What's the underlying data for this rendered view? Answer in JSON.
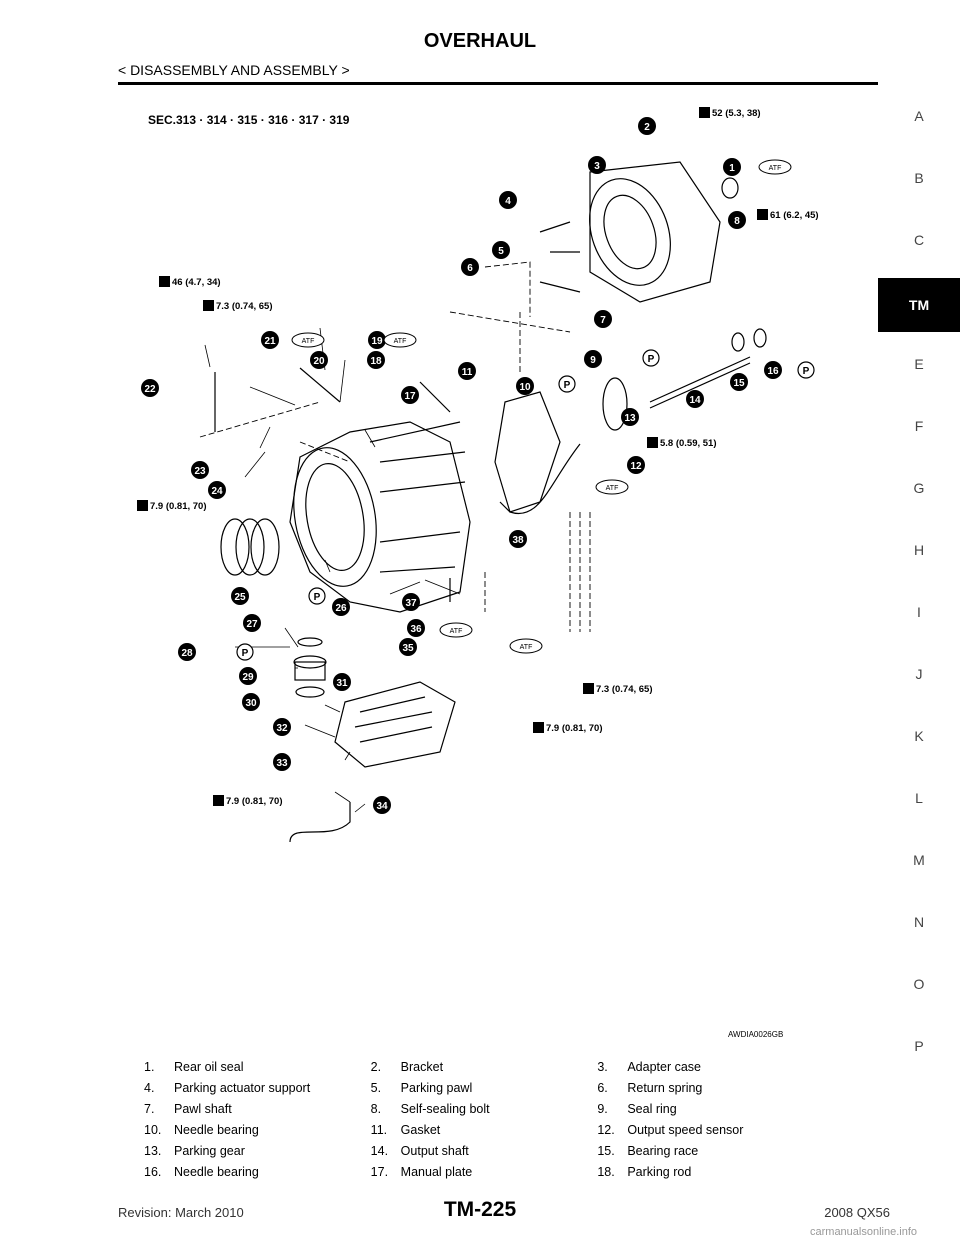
{
  "header": {
    "title": "OVERHAUL",
    "subtitle": "< DISASSEMBLY AND ASSEMBLY >"
  },
  "side_index": [
    "A",
    "B",
    "C",
    "TM",
    "E",
    "F",
    "G",
    "H",
    "I",
    "J",
    "K",
    "L",
    "M",
    "N",
    "O",
    "P"
  ],
  "side_index_active": "TM",
  "figure": {
    "sec_label": "SEC.313 · 314 · 315 · 316 · 317 · 319",
    "code": "AWDIA0026GB",
    "callouts": [
      "1",
      "2",
      "3",
      "4",
      "5",
      "6",
      "7",
      "8",
      "9",
      "10",
      "11",
      "12",
      "13",
      "14",
      "15",
      "16",
      "17",
      "18",
      "19",
      "20",
      "21",
      "22",
      "23",
      "24",
      "25",
      "26",
      "27",
      "28",
      "29",
      "30",
      "31",
      "32",
      "33",
      "34",
      "35",
      "36",
      "37",
      "38"
    ],
    "torque_specs": [
      "52 (5.3, 38)",
      "61 (6.2, 45)",
      "46 (4.7, 34)",
      "7.3 (0.74, 65)",
      "5.8 (0.59, 51)",
      "7.9 (0.81, 70)",
      "7.3 (0.74, 65)",
      "7.9 (0.81, 70)",
      "7.9 (0.81, 70)"
    ],
    "atf_label": "ATF",
    "p_label": "P"
  },
  "legend": [
    [
      "1.",
      "Rear oil seal",
      "2.",
      "Bracket",
      "3.",
      "Adapter case"
    ],
    [
      "4.",
      "Parking actuator support",
      "5.",
      "Parking pawl",
      "6.",
      "Return spring"
    ],
    [
      "7.",
      "Pawl shaft",
      "8.",
      "Self-sealing bolt",
      "9.",
      "Seal ring"
    ],
    [
      "10.",
      "Needle bearing",
      "11.",
      "Gasket",
      "12.",
      "Output speed sensor"
    ],
    [
      "13.",
      "Parking gear",
      "14.",
      "Output shaft",
      "15.",
      "Bearing race"
    ],
    [
      "16.",
      "Needle bearing",
      "17.",
      "Manual plate",
      "18.",
      "Parking rod"
    ]
  ],
  "footer": {
    "revision": "Revision: March 2010",
    "page": "TM-225",
    "model": "2008 QX56",
    "watermark": "carmanualsonline.info"
  }
}
